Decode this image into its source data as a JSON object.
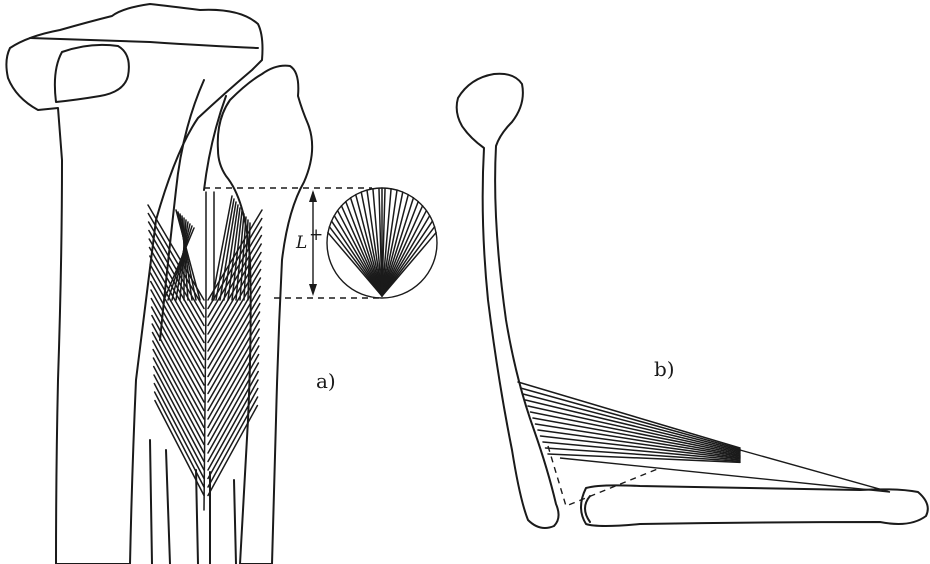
{
  "panels": [
    {
      "id": "a",
      "label": "a)"
    },
    {
      "id": "b",
      "label": "b)"
    }
  ],
  "dimension": {
    "symbol": "L",
    "marker": "+"
  }
}
